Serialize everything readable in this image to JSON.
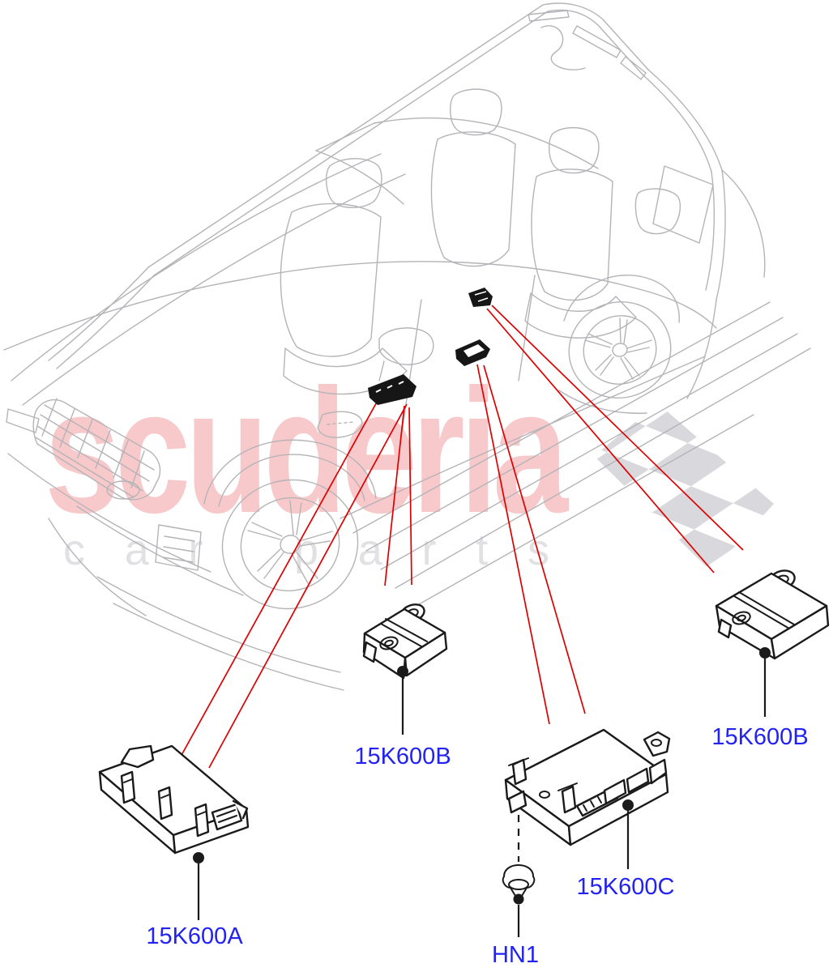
{
  "watermark": {
    "brand": "scuderia",
    "tagline": "car parts"
  },
  "parts": [
    {
      "label": "15K600A"
    },
    {
      "label": "15K600B"
    },
    {
      "label": "15K600C"
    },
    {
      "label": "HN1"
    },
    {
      "label": "15K600B"
    }
  ],
  "colors": {
    "part_label_blue": "#2222f4",
    "callout_red": "#dd0000",
    "sketch_gray": "#b4b4b8",
    "watermark_brand_pink": "#f8c9cb",
    "watermark_tagline_gray": "#e1e1e4",
    "flag_gray": "#d9d9dd",
    "part_ink": "#1a1a1a"
  },
  "icons": {
    "flag": "checkered-flag"
  }
}
